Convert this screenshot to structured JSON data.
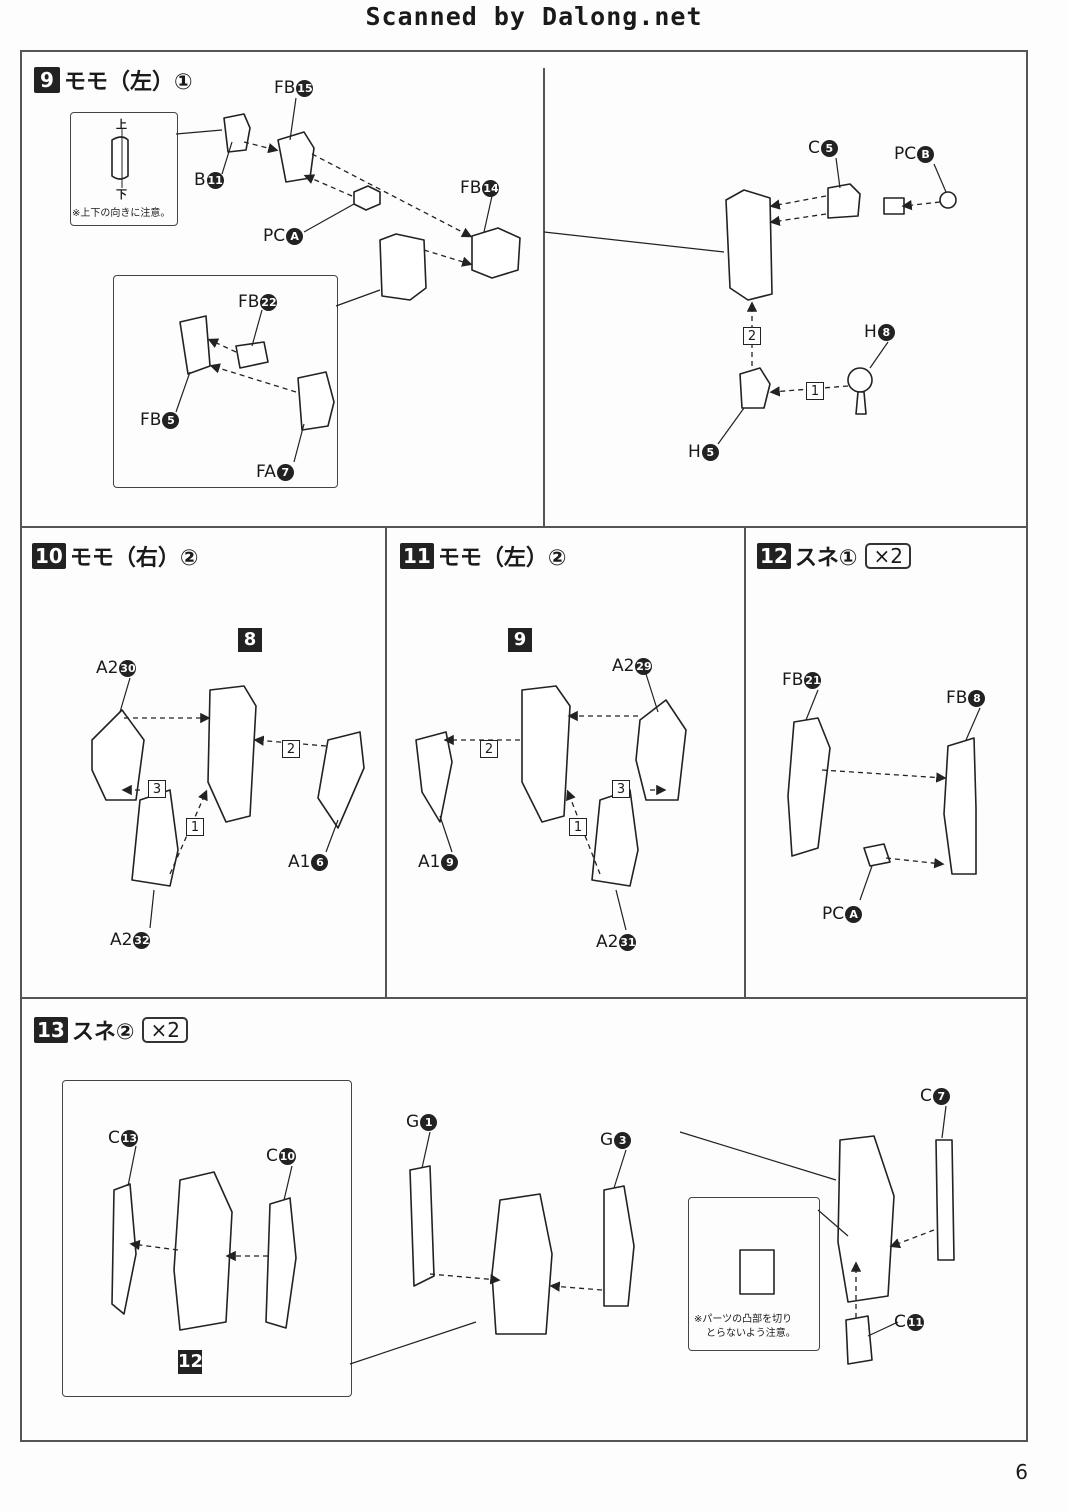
{
  "header": {
    "scan_credit": "Scanned by Dalong.net"
  },
  "page_number": "6",
  "steps": {
    "s9": {
      "num": "9",
      "title": "モモ（左）①"
    },
    "s10": {
      "num": "10",
      "title": "モモ（右）②"
    },
    "s11": {
      "num": "11",
      "title": "モモ（左）②"
    },
    "s12": {
      "num": "12",
      "title": "スネ①",
      "mult": "×2"
    },
    "s13": {
      "num": "13",
      "title": "スネ②",
      "mult": "×2"
    }
  },
  "notes": {
    "orientation_top": "上",
    "orientation_bottom": "下",
    "orientation_note": "※上下の向きに注意。",
    "cut_note_1": "※パーツの凸部を切り",
    "cut_note_2": "とらないよう注意。"
  },
  "labels": {
    "s9_fb15": {
      "runner": "FB",
      "n": "15"
    },
    "s9_b11": {
      "runner": "B",
      "n": "11"
    },
    "s9_fb14": {
      "runner": "FB",
      "n": "14"
    },
    "s9_pca": {
      "runner": "PC",
      "n": "A"
    },
    "s9_fb22": {
      "runner": "FB",
      "n": "22"
    },
    "s9_fb5": {
      "runner": "FB",
      "n": "5"
    },
    "s9_fa7": {
      "runner": "FA",
      "n": "7"
    },
    "s9_c5": {
      "runner": "C",
      "n": "5"
    },
    "s9_pcb": {
      "runner": "PC",
      "n": "B"
    },
    "s9_h8": {
      "runner": "H",
      "n": "8"
    },
    "s9_h5": {
      "runner": "H",
      "n": "5"
    },
    "s10_a230": {
      "runner": "A2",
      "n": "30"
    },
    "s10_a16": {
      "runner": "A1",
      "n": "6"
    },
    "s10_a232": {
      "runner": "A2",
      "n": "32"
    },
    "s11_a229": {
      "runner": "A2",
      "n": "29"
    },
    "s11_a19": {
      "runner": "A1",
      "n": "9"
    },
    "s11_a231": {
      "runner": "A2",
      "n": "31"
    },
    "s12_fb21": {
      "runner": "FB",
      "n": "21"
    },
    "s12_fb8": {
      "runner": "FB",
      "n": "8"
    },
    "s12_pca": {
      "runner": "PC",
      "n": "A"
    },
    "s13_c13": {
      "runner": "C",
      "n": "13"
    },
    "s13_c10": {
      "runner": "C",
      "n": "10"
    },
    "s13_g1": {
      "runner": "G",
      "n": "1"
    },
    "s13_g3": {
      "runner": "G",
      "n": "3"
    },
    "s13_c7": {
      "runner": "C",
      "n": "7"
    },
    "s13_c11": {
      "runner": "C",
      "n": "11"
    }
  },
  "ref_tags": {
    "s10_ref": "8",
    "s11_ref": "9",
    "s13_ref": "12"
  },
  "order_tags": {
    "s9_o1": "1",
    "s9_o2": "2",
    "s10_o1": "1",
    "s10_o2": "2",
    "s10_o3": "3",
    "s11_o1": "1",
    "s11_o2": "2",
    "s11_o3": "3"
  }
}
